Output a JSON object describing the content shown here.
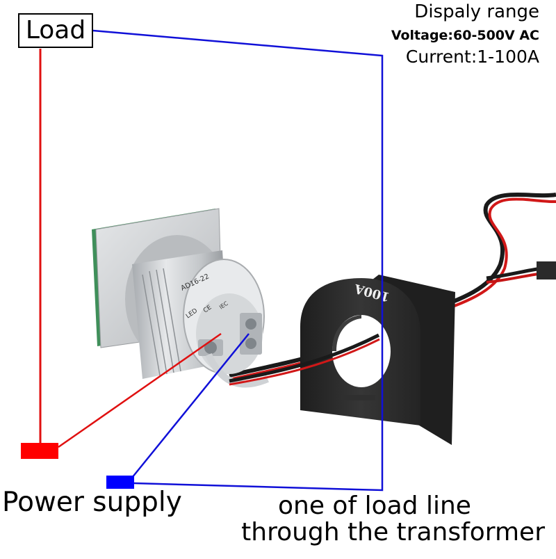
{
  "load_label": "Load",
  "display_range": {
    "title": "Dispaly range",
    "voltage": "Voltage:60-500V AC",
    "current": "Current:1-100A"
  },
  "power_supply_label": "Power supply",
  "transformer_note": {
    "line1": "one of load line",
    "line2": "through the transformer"
  },
  "meter": {
    "model_text": "AD16-22",
    "marks": [
      "LED",
      "CE",
      "IEC"
    ]
  },
  "transformer": {
    "rating_text": "100A"
  },
  "colors": {
    "load_wire": "#e01010",
    "supply_wire": "#1010d8",
    "load_terminal": "#ff0000",
    "supply_terminal": "#0000ff",
    "meter_body": "#cfd2d5",
    "transformer_body": "#2b2b2b"
  }
}
